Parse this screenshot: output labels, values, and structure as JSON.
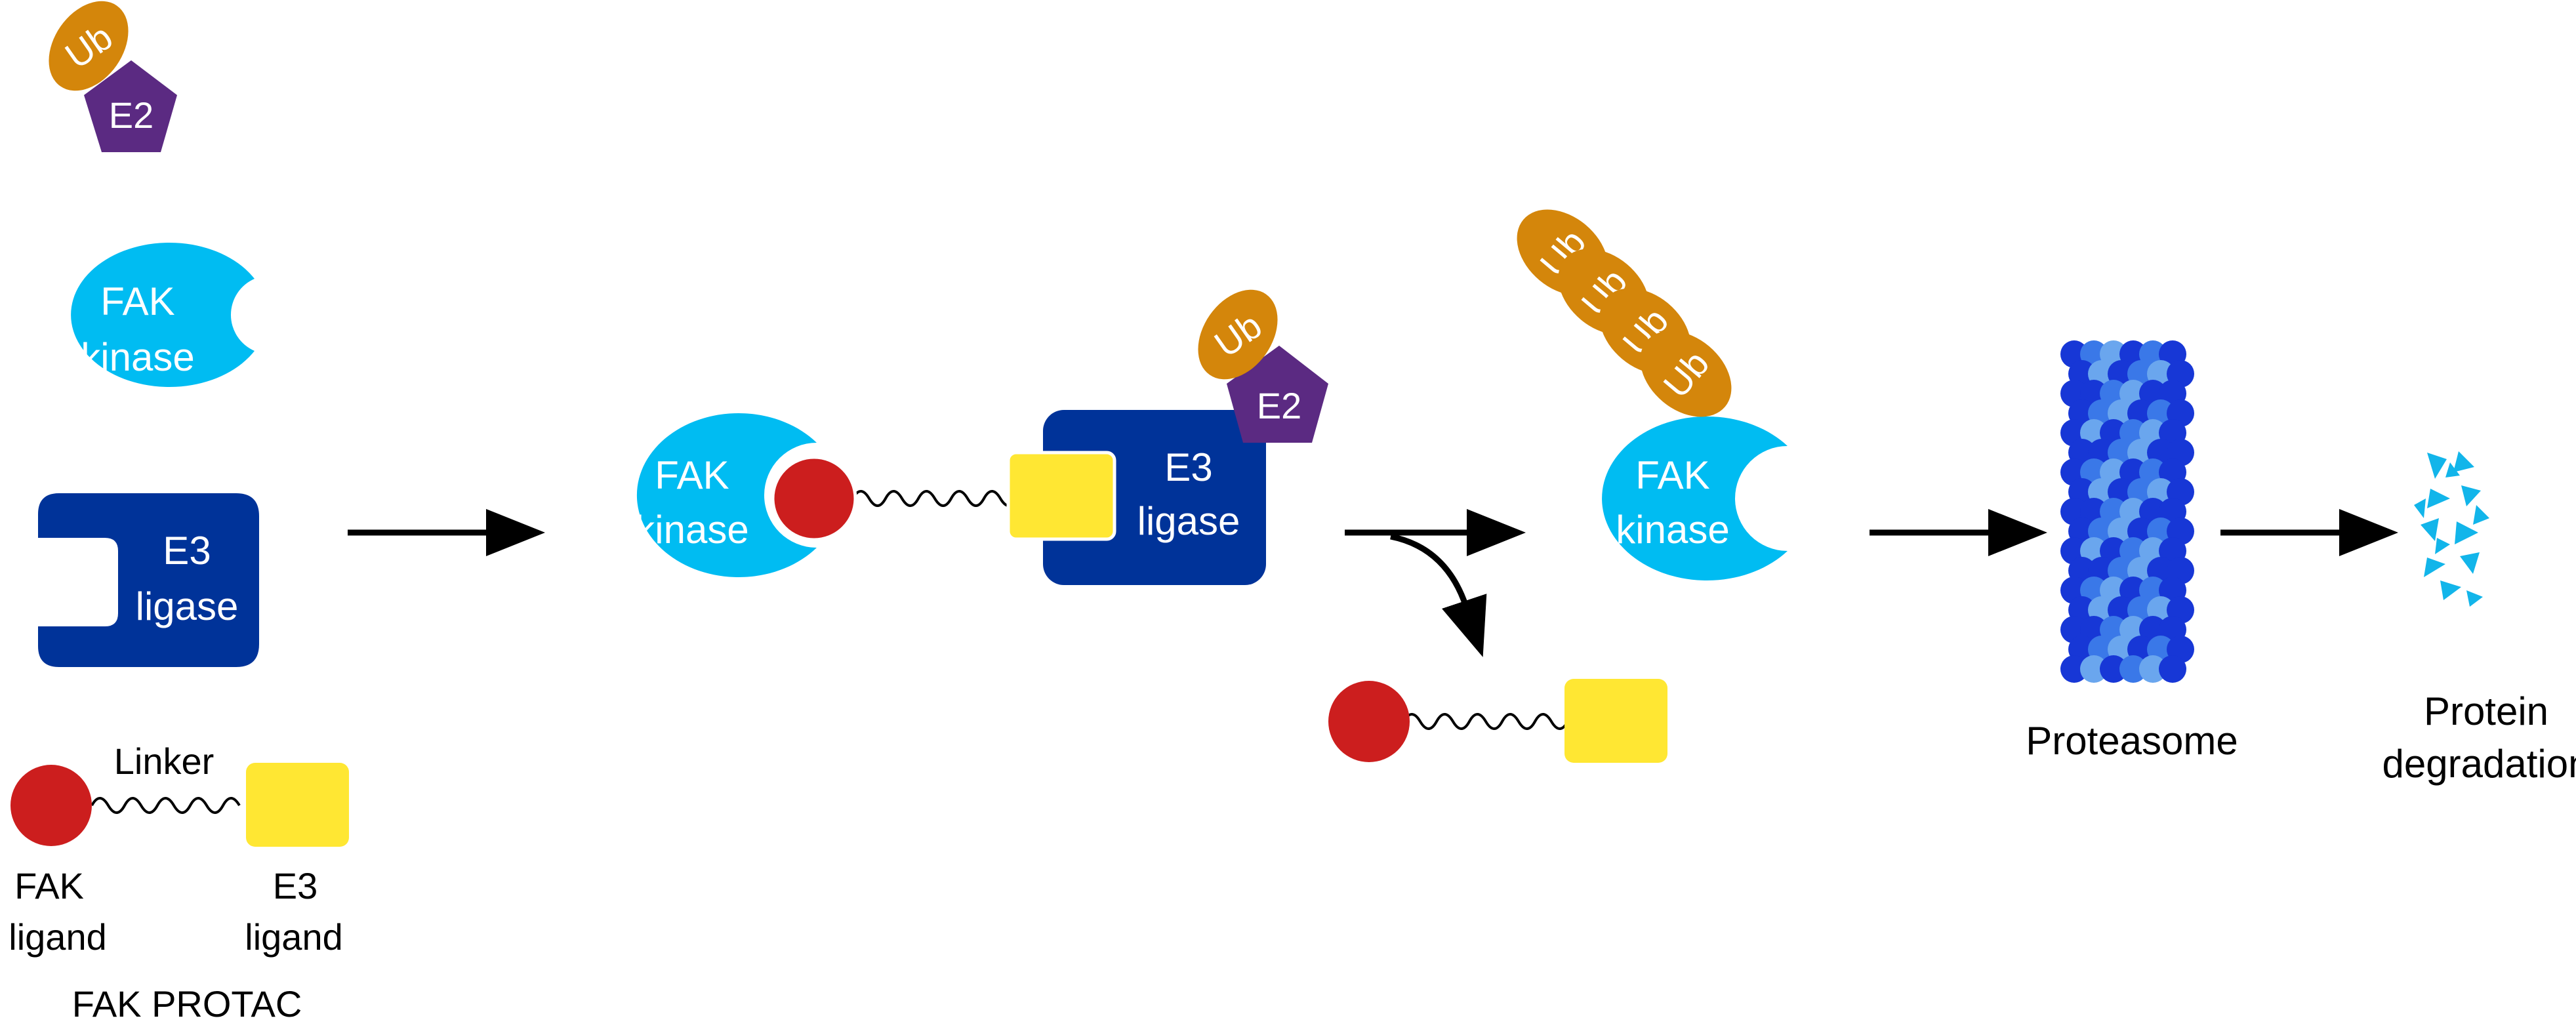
{
  "colors": {
    "fak": "#00bcf2",
    "e3": "#003399",
    "e2": "#5b2a82",
    "ub": "#d4860b",
    "fak_ligand": "#cc1e1e",
    "e3_ligand": "#ffe733",
    "proteasome_dark": "#1737d6",
    "proteasome_mid": "#3a78e8",
    "proteasome_light": "#6aa6ee",
    "fragments": "#12b5ea",
    "arrow": "#000000"
  },
  "legend": {
    "ub": "Ub",
    "e2": "E2",
    "fak_line1": "FAK",
    "fak_line2": "kinase",
    "e3_line1": "E3",
    "e3_line2": "ligase",
    "linker": "Linker",
    "fak_ligand_line1": "FAK",
    "fak_ligand_line2": "ligand",
    "e3_ligand_line1": "E3",
    "e3_ligand_line2": "ligand",
    "protac": "FAK PROTAC"
  },
  "ternary": {
    "fak_line1": "FAK",
    "fak_line2": "kinase",
    "e3_line1": "E3",
    "e3_line2": "ligase",
    "e2": "E2",
    "ub": "Ub"
  },
  "ubiquitinated": {
    "ub_chain": [
      "Ub",
      "Ub",
      "Ub",
      "Ub"
    ],
    "fak_line1": "FAK",
    "fak_line2": "kinase"
  },
  "proteasome_label": "Proteasome",
  "degradation_label_line1": "Protein",
  "degradation_label_line2": "degradation"
}
